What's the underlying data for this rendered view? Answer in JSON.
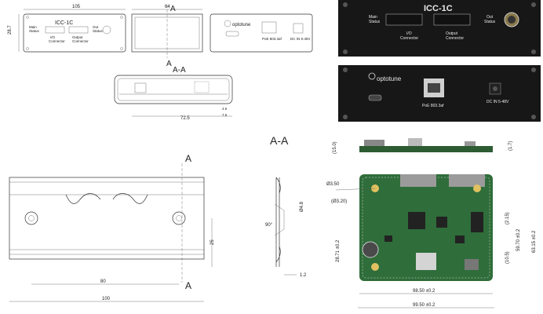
{
  "device_name": "ICC-1C",
  "brand": "optotune",
  "labels": {
    "main_status": [
      "Main",
      "Status"
    ],
    "io_connector": [
      "I/O",
      "Connector"
    ],
    "output_connector": [
      "Output",
      "Connector"
    ],
    "out_status": [
      "Out",
      "Status"
    ],
    "poe": "PoE 803.3af",
    "dc_in": "DC IN 5-48V"
  },
  "sections": {
    "aa_top": "A-A",
    "aa_bottom": "A-A",
    "marker": "A"
  },
  "dims": {
    "front_width": "105",
    "front_height": "28.7",
    "side_depth": "64",
    "aa_width": "72.5",
    "aa_small": [
      "4.5",
      "7.5"
    ],
    "rail_80": "80",
    "rail_100": "100",
    "rail_25": "25",
    "profile_angle": "90°",
    "profile_d": "Ø4.8",
    "profile_t": "1.2",
    "pcb_15": "(15.0)",
    "pcb_17": "(1.7)",
    "hole_350": "Ø3.50",
    "hole_320": "(Ø3.20)",
    "pcb_215": "(2.15)",
    "pcb_597": "59.70 ±0.2",
    "pcb_6315": "63.15 ±0.2",
    "pcb_2871": "28.71 ±0.2",
    "pcb_105": "(10.5)",
    "pcb_9850": "98.50 ±0.2",
    "pcb_9950": "99.50 ±0.2"
  }
}
